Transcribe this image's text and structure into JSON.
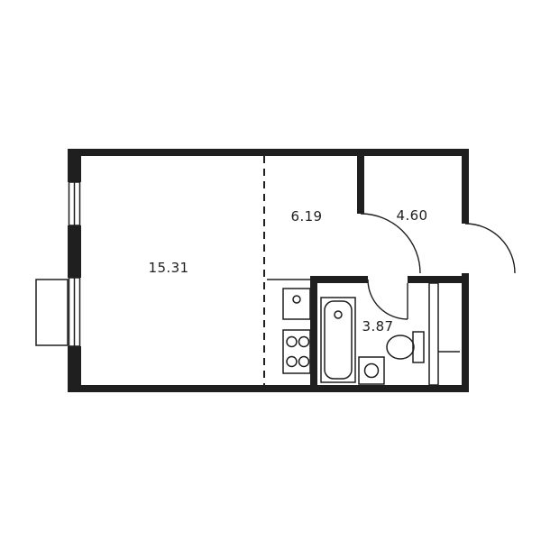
{
  "plan": {
    "title": "studio-apartment-floor-plan",
    "rooms": [
      {
        "id": "living-room",
        "area": "15.31"
      },
      {
        "id": "kitchen",
        "area": "6.19"
      },
      {
        "id": "hallway",
        "area": "4.60"
      },
      {
        "id": "bathroom",
        "area": "3.87"
      }
    ],
    "colors": {
      "line": "#1f1f1f",
      "background": "#ffffff"
    },
    "fixtures": [
      "window",
      "window-bay",
      "entrance-door",
      "hall-door",
      "bathroom-door",
      "kitchen-sink",
      "stove",
      "bathtub",
      "washing-machine",
      "toilet",
      "duct-partition"
    ]
  }
}
